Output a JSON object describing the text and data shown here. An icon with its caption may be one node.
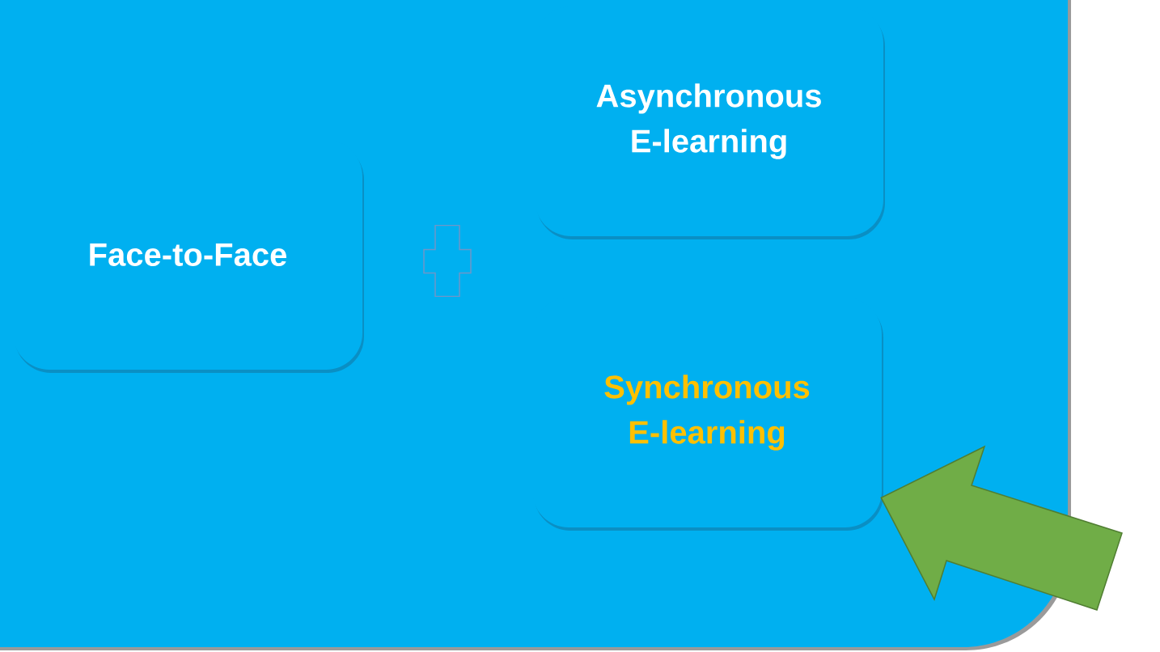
{
  "diagram": {
    "nodes": [
      {
        "text": [
          "Face-to-Face"
        ]
      },
      {
        "text": [],
        "shape": "plus"
      },
      {
        "text": [
          "Asynchronous E-learning"
        ]
      },
      {
        "text": [
          "Synchronous E-learning"
        ]
      }
    ],
    "edges": [
      {
        "from": null,
        "to": 3,
        "arrow": "to"
      }
    ]
  }
}
